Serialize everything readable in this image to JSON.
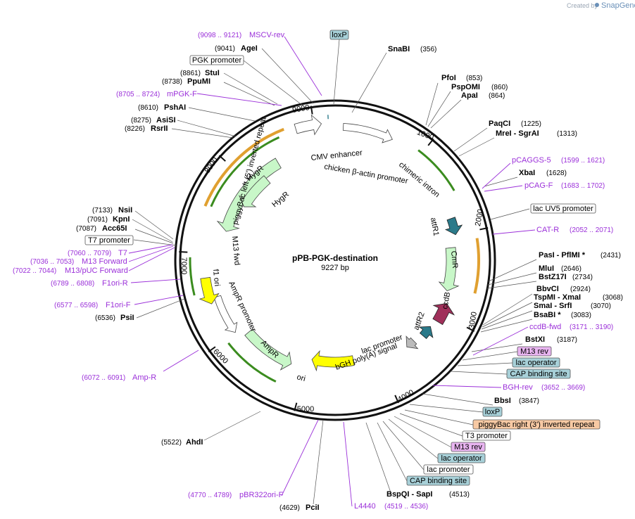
{
  "credit": {
    "text": "Created by",
    "brand": "SnapGene"
  },
  "plasmid": {
    "name": "pPB-PGK-destination",
    "size": "9227 bp"
  },
  "ticks": [
    "1000",
    "2000",
    "3000",
    "4000",
    "5000",
    "6000",
    "7000",
    "8000",
    "9000"
  ],
  "enzymes": [
    {
      "name": "SnaBI",
      "pos": "(356)"
    },
    {
      "name": "PfoI",
      "pos": "(853)"
    },
    {
      "name": "PspOMI",
      "pos": "(860)"
    },
    {
      "name": "ApaI",
      "pos": "(864)"
    },
    {
      "name": "PaqCI",
      "pos": "(1225)"
    },
    {
      "name": "MreI  - SgrAI",
      "pos": "(1313)"
    },
    {
      "name": "XbaI",
      "pos": "(1628)"
    },
    {
      "name": "PasI  - PflMI *",
      "pos": "(2431)"
    },
    {
      "name": "MluI",
      "pos": "(2646)"
    },
    {
      "name": "BstZ17I",
      "pos": "(2734)"
    },
    {
      "name": "BbvCI",
      "pos": "(2924)"
    },
    {
      "name": "TspMI  - XmaI",
      "pos": "(3068)"
    },
    {
      "name": "SmaI  - SrfI",
      "pos": "(3070)"
    },
    {
      "name": "BsaBI *",
      "pos": "(3083)"
    },
    {
      "name": "BstXI",
      "pos": "(3187)"
    },
    {
      "name": "BbsI",
      "pos": "(3847)"
    },
    {
      "name": "BspQI  - SapI",
      "pos": "(4513)"
    },
    {
      "name": "PciI",
      "pos": "(4629)"
    },
    {
      "name": "AhdI",
      "pos": "(5522)"
    },
    {
      "name": "PsiI",
      "pos": "(6536)"
    },
    {
      "name": "Acc65I",
      "pos": "(7087)"
    },
    {
      "name": "KpnI",
      "pos": "(7091)"
    },
    {
      "name": "NsiI",
      "pos": "(7133)"
    },
    {
      "name": "RsrII",
      "pos": "(8226)"
    },
    {
      "name": "AsiSI",
      "pos": "(8275)"
    },
    {
      "name": "PshAI",
      "pos": "(8610)"
    },
    {
      "name": "PpuMI",
      "pos": "(8738)"
    },
    {
      "name": "StuI",
      "pos": "(8861)"
    },
    {
      "name": "AgeI",
      "pos": "(9041)"
    }
  ],
  "primers": [
    {
      "name": "MSCV-rev",
      "range": "(9098 .. 9121)"
    },
    {
      "name": "mPGK-F",
      "range": "(8705 .. 8724)"
    },
    {
      "name": "pCAGGS-5",
      "range": "(1599 .. 1621)"
    },
    {
      "name": "pCAG-F",
      "range": "(1683 .. 1702)"
    },
    {
      "name": "CAT-R",
      "range": "(2052 .. 2071)"
    },
    {
      "name": "ccdB-fwd",
      "range": "(3171 .. 3190)"
    },
    {
      "name": "BGH-rev",
      "range": "(3652 .. 3669)"
    },
    {
      "name": "pBR322ori-F",
      "range": "(4770 .. 4789)"
    },
    {
      "name": "L4440",
      "range": "(4519 .. 4536)"
    },
    {
      "name": "Amp-R",
      "range": "(6072 .. 6091)"
    },
    {
      "name": "F1ori-F",
      "range": "(6577 .. 6598)"
    },
    {
      "name": "F1ori-R",
      "range": "(6789 .. 6808)"
    },
    {
      "name": "M13/pUC Forward",
      "range": "(7022 .. 7044)"
    },
    {
      "name": "M13 Forward",
      "range": "(7036 .. 7053)"
    },
    {
      "name": "T7",
      "range": "(7060 .. 7079)"
    }
  ],
  "boxes": [
    {
      "label": "loxP",
      "color": "#a7d0d8"
    },
    {
      "label": "PGK promoter",
      "color": "#ffffff"
    },
    {
      "label": "lac UV5 promoter",
      "color": "#ffffff"
    },
    {
      "label": "M13 rev",
      "color": "#e8b4f0"
    },
    {
      "label": "lac operator",
      "color": "#a7d0d8"
    },
    {
      "label": "CAP binding site",
      "color": "#a7d0d8"
    },
    {
      "label": "loxP",
      "color": "#a7d0d8"
    },
    {
      "label": "piggyBac right (3') inverted repeat",
      "color": "#f7c9a3"
    },
    {
      "label": "T3 promoter",
      "color": "#ffffff"
    },
    {
      "label": "M13 rev",
      "color": "#e8b4f0"
    },
    {
      "label": "lac operator",
      "color": "#a7d0d8"
    },
    {
      "label": "lac promoter",
      "color": "#ffffff"
    },
    {
      "label": "CAP binding site",
      "color": "#a7d0d8"
    },
    {
      "label": "T7 promoter",
      "color": "#ffffff"
    }
  ],
  "features": [
    "CMV enhancer",
    "chicken β-actin promoter",
    "chimeric intron",
    "attR1",
    "CmR",
    "ccdB",
    "attR2",
    "lac promoter",
    "bGH poly(A) signal",
    "ori",
    "AmpR",
    "AmpR promoter",
    "f1 ori",
    "M13 fwd",
    "piggyBac left (5') inverted repeat",
    "HygR",
    "HygR"
  ],
  "colors": {
    "primer": "#9b30d9",
    "promoter": "#c8f7c8",
    "ori": "#ffff00",
    "ccdB": "#a0305a",
    "attR": "#2b7a8a"
  }
}
